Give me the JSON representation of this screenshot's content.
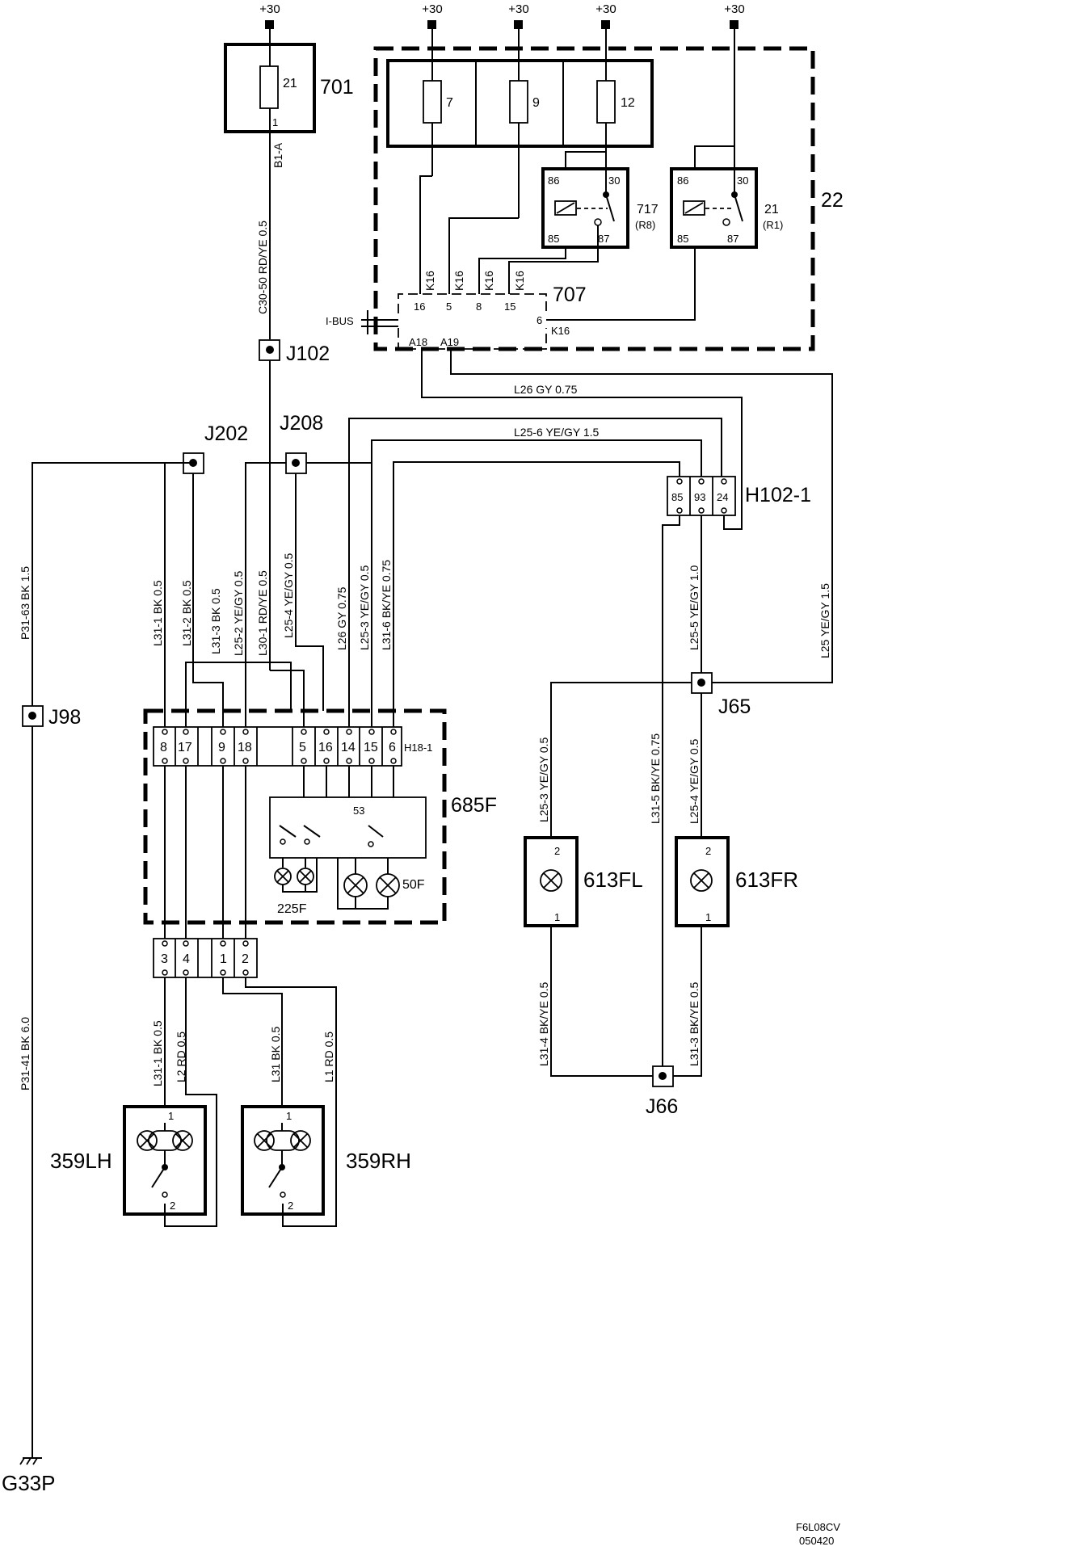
{
  "supplies": [
    "+30",
    "+30",
    "+30",
    "+30",
    "+30"
  ],
  "components": {
    "c701": "701",
    "c701_pin_a": "21",
    "c701_pin_b": "1",
    "c701_label": "B1-A",
    "c22": "22",
    "fuse7": "7",
    "fuse9": "9",
    "fuse12": "12",
    "relay717": "717",
    "relay717_sub": "(R8)",
    "relay21": "21",
    "relay21_sub": "(R1)",
    "c707": "707",
    "ibus": "I-BUS",
    "h102": "H102-1",
    "h18": "H18-1",
    "c685": "685F",
    "c53": "53",
    "c225": "225F",
    "c50": "50F",
    "c613fl": "613FL",
    "c613fr": "613FR",
    "c359lh": "359LH",
    "c359rh": "359RH",
    "ground": "G33P",
    "code_line1": "F6L08CV",
    "code_line2": "050420"
  },
  "relay_pins": [
    "86",
    "30",
    "85",
    "87"
  ],
  "module707": {
    "k16": [
      "K16",
      "K16",
      "K16",
      "K16"
    ],
    "pins": [
      "16",
      "5",
      "8",
      "15"
    ],
    "pin6": "6",
    "k16_right": "K16",
    "a18": "A18",
    "a19": "A19"
  },
  "h102_pins": [
    "85",
    "93",
    "24"
  ],
  "h18_pins": [
    "8",
    "17",
    "9",
    "18",
    "5",
    "16",
    "14",
    "15",
    "6"
  ],
  "lower_connector_pins": [
    "3",
    "4",
    "1",
    "2"
  ],
  "lamp_pins": [
    "2",
    "1"
  ],
  "splices": {
    "j102": "J102",
    "j202": "J202",
    "j208": "J208",
    "j98": "J98",
    "j65": "J65",
    "j66": "J66"
  },
  "wires": {
    "c30_50": "C30-50  RD/YE 0.5",
    "l26_top": "L26  GY  0.75",
    "l25_6": "L25-6  YE/GY  1.5",
    "p31_63": "P31-63  BK   1.5",
    "p31_41": "P31-41  BK 6.0",
    "l31_1": "L31-1  BK 0.5",
    "l31_2": "L31-2  BK 0.5",
    "l31_3": "L31-3  BK  0.5",
    "l25_2": "L25-2  YE/GY  0.5",
    "l30_1": "L30-1  RD/YE  0.5",
    "l25_4_left": "L25-4  YE/GY  0.5",
    "l26_v": "L26  GY  0.75",
    "l25_3_v": "L25-3  YE/GY  0.5",
    "l31_6": "L31-6  BK/YE  0.75",
    "l25_5": "L25-5  YE/GY  1.0",
    "l25": "L25  YE/GY  1.5",
    "l25_3_fl": "L25-3  YE/GY  0.5",
    "l31_5": "L31-5  BK/YE  0.75",
    "l25_4_fr": "L25-4  YE/GY  0.5",
    "l31_4": "L31-4  BK/YE  0.5",
    "l31_3_fr": "L31-3  BK/YE  0.5",
    "l31_1_low": "L31-1  BK  0.5",
    "l2": "L2  RD  0.5",
    "l31": "L31  BK  0.5",
    "l1": "L1  RD  0.5"
  }
}
